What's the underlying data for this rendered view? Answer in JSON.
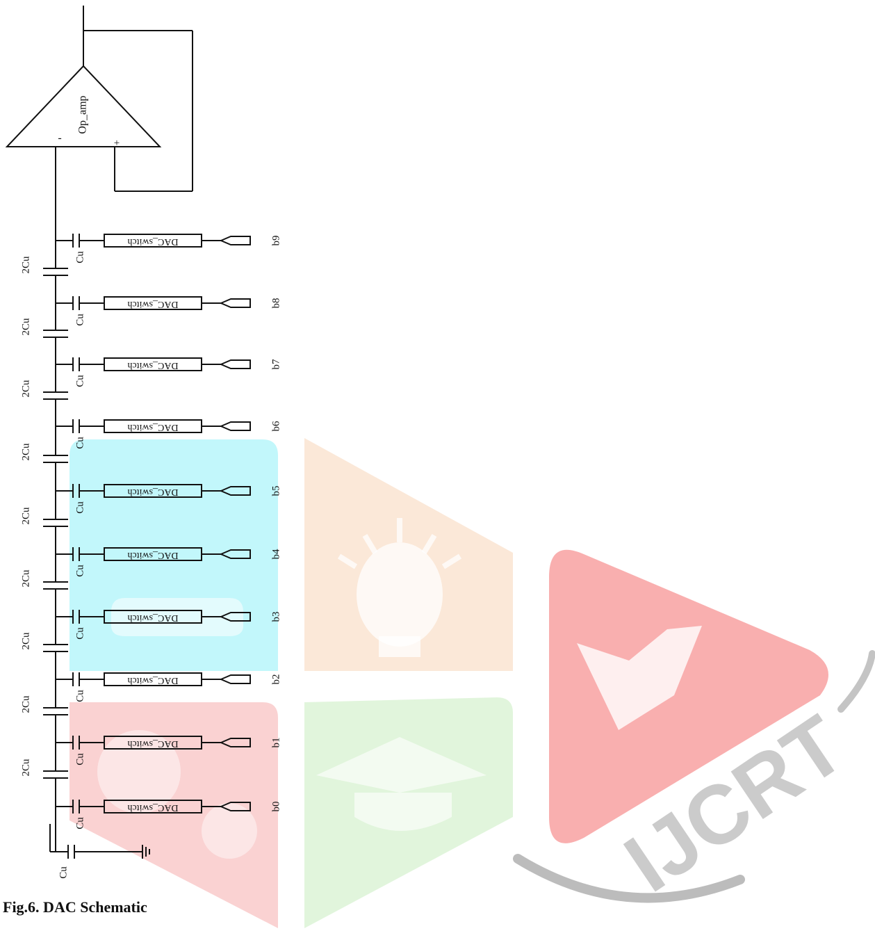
{
  "caption": "Fig.6. DAC Schematic",
  "opamp": {
    "label": "Op_amp",
    "minus": "-",
    "plus": "+"
  },
  "switch_label": "DAC_switch",
  "unit_cap_label": "Cu",
  "series_cap_label": "2Cu",
  "bits": [
    "b9",
    "b8",
    "b7",
    "b6",
    "b5",
    "b4",
    "b3",
    "b2",
    "b1",
    "b0"
  ],
  "watermark": {
    "text": "IJCRT",
    "colors": [
      "#8ff0f8",
      "#f8d6b8",
      "#f79494",
      "#f6b4b4",
      "#c8ecc0"
    ]
  }
}
